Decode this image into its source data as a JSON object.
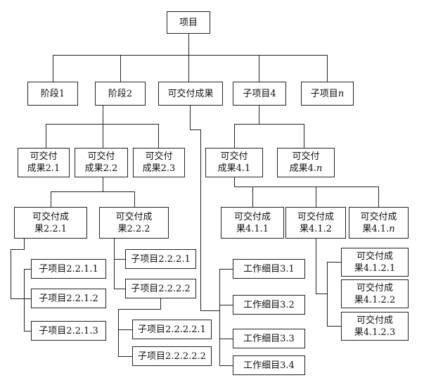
{
  "nodes": {
    "root": {
      "label": "项目"
    },
    "phase1": {
      "label": "阶段1"
    },
    "phase2": {
      "label": "阶段2"
    },
    "deliv": {
      "label": "可交付成果"
    },
    "sub4": {
      "label": "子项目4"
    },
    "subn": {
      "label": "子项目",
      "suffix": "n"
    },
    "d21": {
      "label": "可交付\n成果2.1"
    },
    "d22": {
      "label": "可交付\n成果2.2"
    },
    "d23": {
      "label": "可交付\n成果2.3"
    },
    "d41": {
      "label": "可交付\n成果4.1"
    },
    "d4n": {
      "label": "可交付\n成果4.",
      "suffix": "n"
    },
    "d221": {
      "label": "可交付成\n果2.2.1"
    },
    "d222": {
      "label": "可交付成\n果2.2.2"
    },
    "d411": {
      "label": "可交付成\n果4.1.1"
    },
    "d412": {
      "label": "可交付成\n果4.1.2"
    },
    "d41n": {
      "label": "可交付成\n果4.1.",
      "suffix": "n"
    },
    "s2211": {
      "label": "子项目2.2.1.1"
    },
    "s2212": {
      "label": "子项目2.2.1.2"
    },
    "s2213": {
      "label": "子项目2.2.1.3"
    },
    "s2221": {
      "label": "子项目2.2.2.1"
    },
    "s2222": {
      "label": "子项目2.2.2.2"
    },
    "s22221": {
      "label": "子项目2.2.2.2.1"
    },
    "s22222": {
      "label": "子项目2.2.2.2.2"
    },
    "w31": {
      "label": "工作细目3.1"
    },
    "w32": {
      "label": "工作细目3.2"
    },
    "w33": {
      "label": "工作细目3.3"
    },
    "w34": {
      "label": "工作细目3.4"
    },
    "d4121": {
      "label": "可交付成\n果4.1.2.1"
    },
    "d4122": {
      "label": "可交付成\n果4.1.2.2"
    },
    "d4123": {
      "label": "可交付成\n果4.1.2.3"
    }
  }
}
